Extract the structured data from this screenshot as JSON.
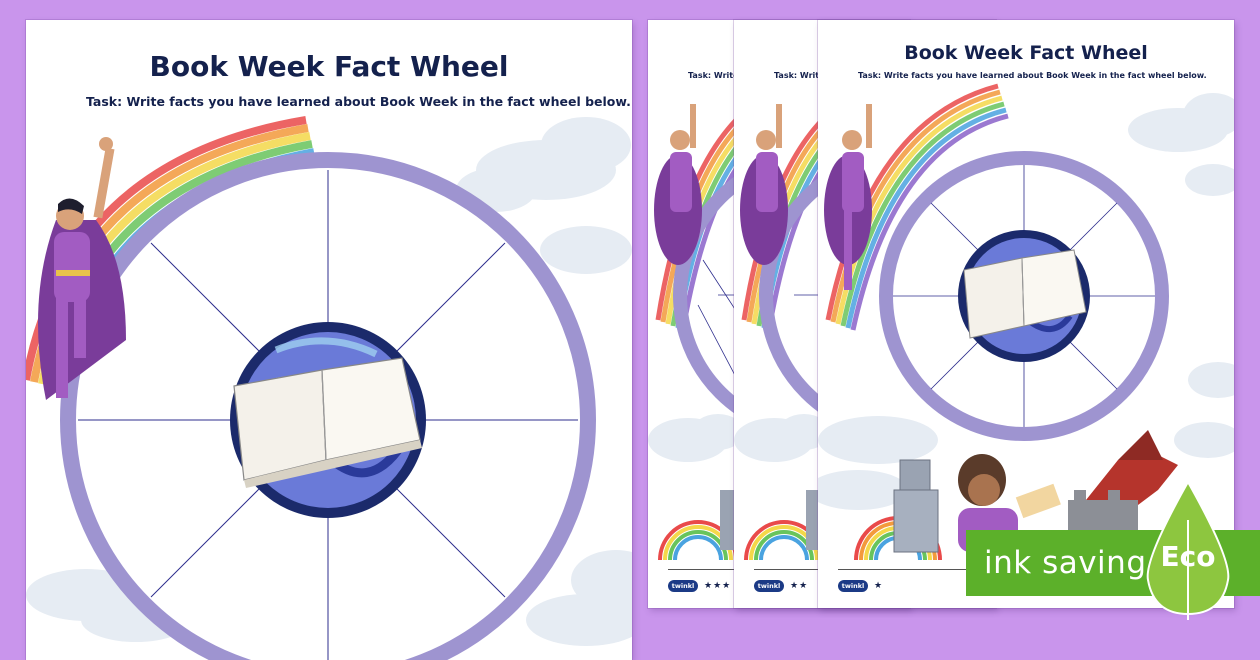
{
  "worksheet": {
    "title": "Book Week Fact Wheel",
    "task": "Task: Write facts you have learned about Book Week in the fact wheel below.",
    "task_truncated": "Task: Write",
    "footer_logo": "twinkl",
    "footer_stars_three": "★★★",
    "footer_stars_two": "★★",
    "footer_stars_one": "★"
  },
  "badge": {
    "ink_label": "ink saving",
    "eco_label": "Eco"
  },
  "colors": {
    "background": "#c995ec",
    "wheel_ring": "#9e94d0",
    "wheel_lines": "#2c2c8c",
    "title_text": "#14214d",
    "hub": "#1b2a6b",
    "badge_green": "#5cb02a",
    "drop_green": "#8dc63f"
  },
  "icons": [
    "superhero-illustration",
    "rainbow-illustration",
    "cloud-illustration",
    "open-book-icon",
    "robot-illustration",
    "dragon-illustration",
    "girl-reading-illustration",
    "twinkl-logo",
    "eco-leaf-icon"
  ]
}
